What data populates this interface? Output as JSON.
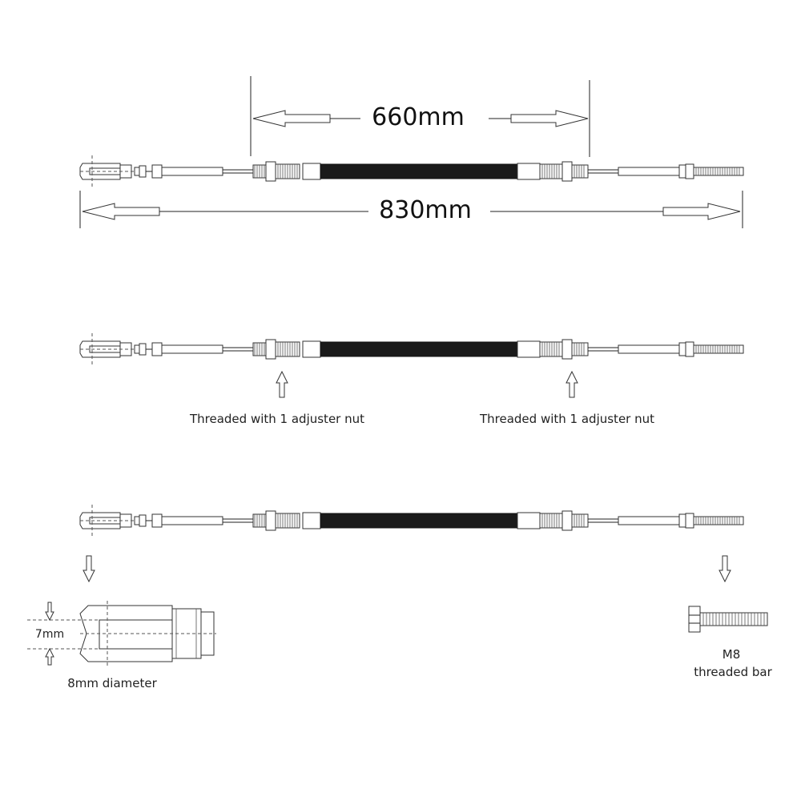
{
  "dimensions": {
    "inner_length": "660mm",
    "overall_length": "830mm"
  },
  "callouts": {
    "left_adjuster": "Threaded with 1 adjuster nut",
    "right_adjuster": "Threaded with 1 adjuster nut"
  },
  "clevis_detail": {
    "gap_label": "7mm",
    "caption": "8mm diameter"
  },
  "bar_detail": {
    "caption_line1": "M8",
    "caption_line2": "threaded bar"
  },
  "colors": {
    "sleeve": "#1a1a1a",
    "outline": "#333333"
  }
}
